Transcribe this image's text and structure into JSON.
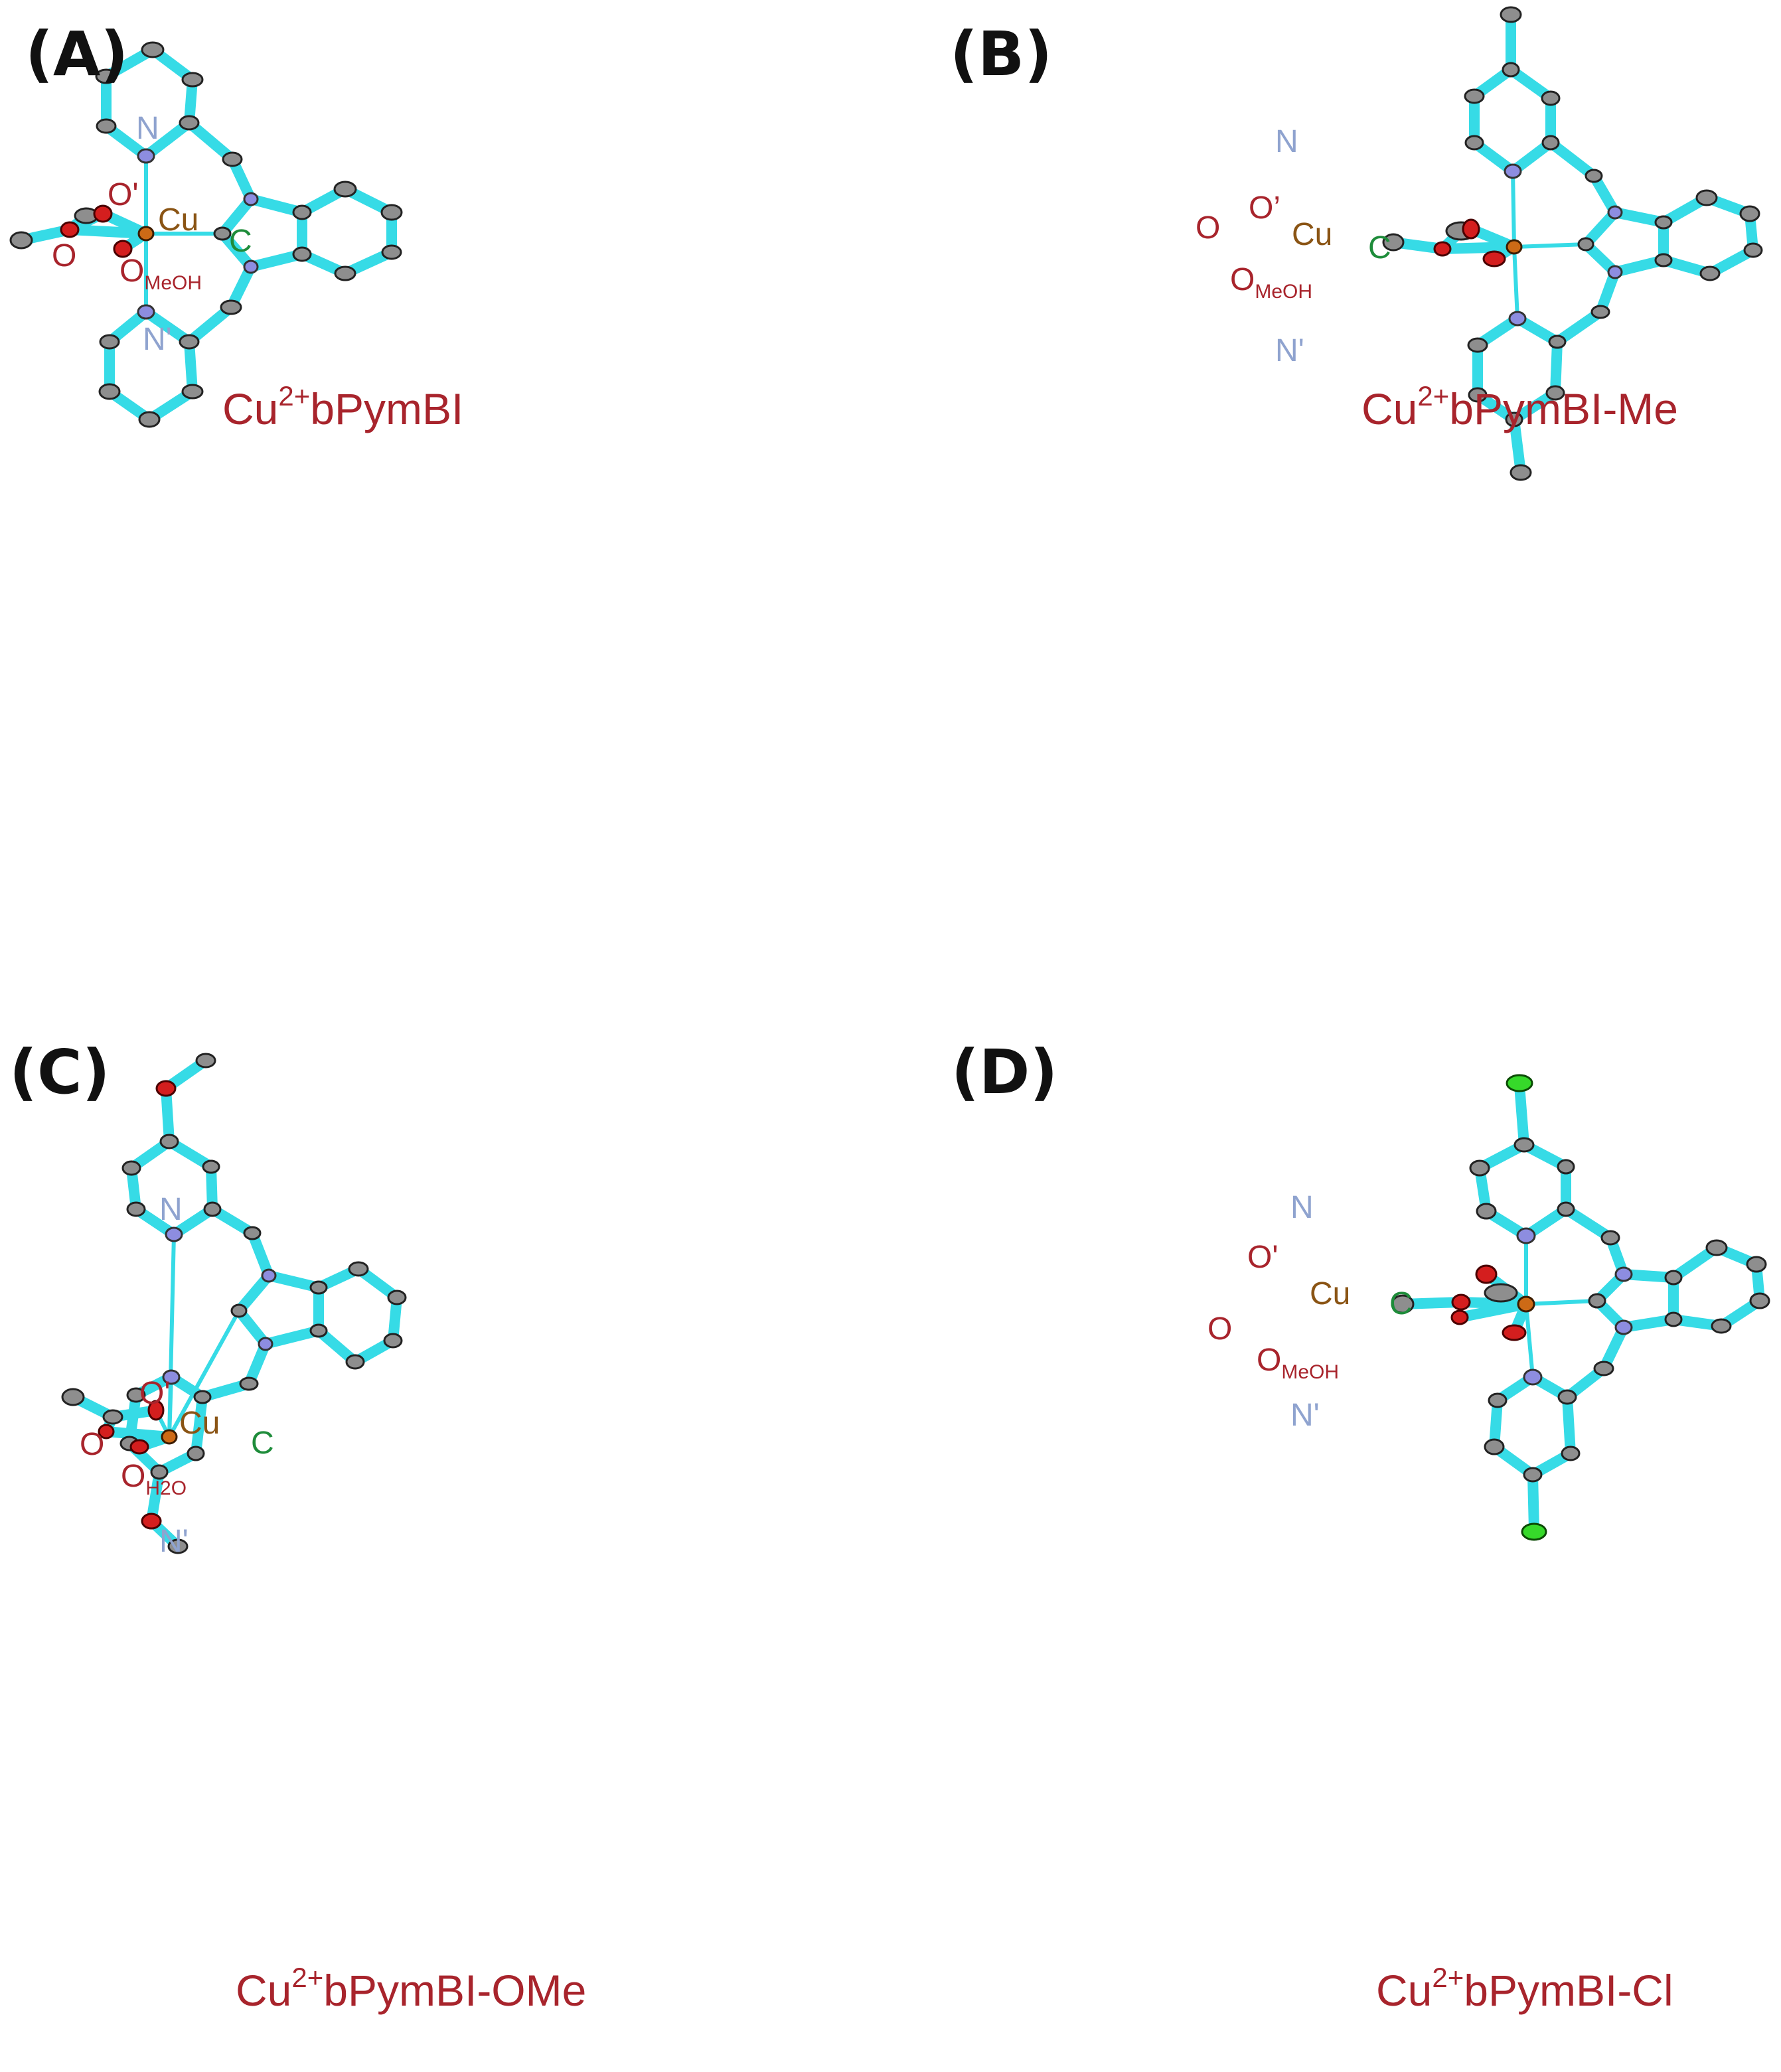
{
  "panels": [
    {
      "letter": "(A)",
      "compound": {
        "prefix": "Cu",
        "charge": "2+",
        "suffix": "bPymBI"
      },
      "labels": {
        "N": "N",
        "N_prime": "N'",
        "Cu": "Cu",
        "C": "C",
        "O_prime": "O'",
        "O": "O",
        "O_solvent": "O",
        "solvent_sub": "MeOH"
      },
      "substituent": "none"
    },
    {
      "letter": "(B)",
      "compound": {
        "prefix": "Cu",
        "charge": "2+",
        "suffix": "bPymBI-Me"
      },
      "labels": {
        "N": "N",
        "N_prime": "N'",
        "Cu": "Cu",
        "C": "C",
        "O_prime": "O’",
        "O": "O",
        "O_solvent": "O",
        "solvent_sub": "MeOH"
      },
      "substituent": "Me"
    },
    {
      "letter": "(C)",
      "compound": {
        "prefix": "Cu",
        "charge": "2+",
        "suffix": "bPymBI-OMe"
      },
      "labels": {
        "N": "N",
        "N_prime": "N'",
        "Cu": "Cu",
        "C": "C",
        "O_prime": "O'",
        "O": "O",
        "O_solvent": "O",
        "solvent_sub": "H2O"
      },
      "substituent": "OMe"
    },
    {
      "letter": "(D)",
      "compound": {
        "prefix": "Cu",
        "charge": "2+",
        "suffix": "bPymBI-Cl"
      },
      "labels": {
        "N": "N",
        "N_prime": "N'",
        "Cu": "Cu",
        "C": "C",
        "O_prime": "O'",
        "O": "O",
        "O_solvent": "O",
        "solvent_sub": "MeOH"
      },
      "substituent": "Cl"
    }
  ],
  "atom_colors": {
    "carbon": "#8e8e8e",
    "nitrogen": "#8d8de0",
    "oxygen": "#d41e1e",
    "copper": "#cd6a16",
    "chlorine": "#36d92a",
    "bond": "#36dbe6"
  }
}
